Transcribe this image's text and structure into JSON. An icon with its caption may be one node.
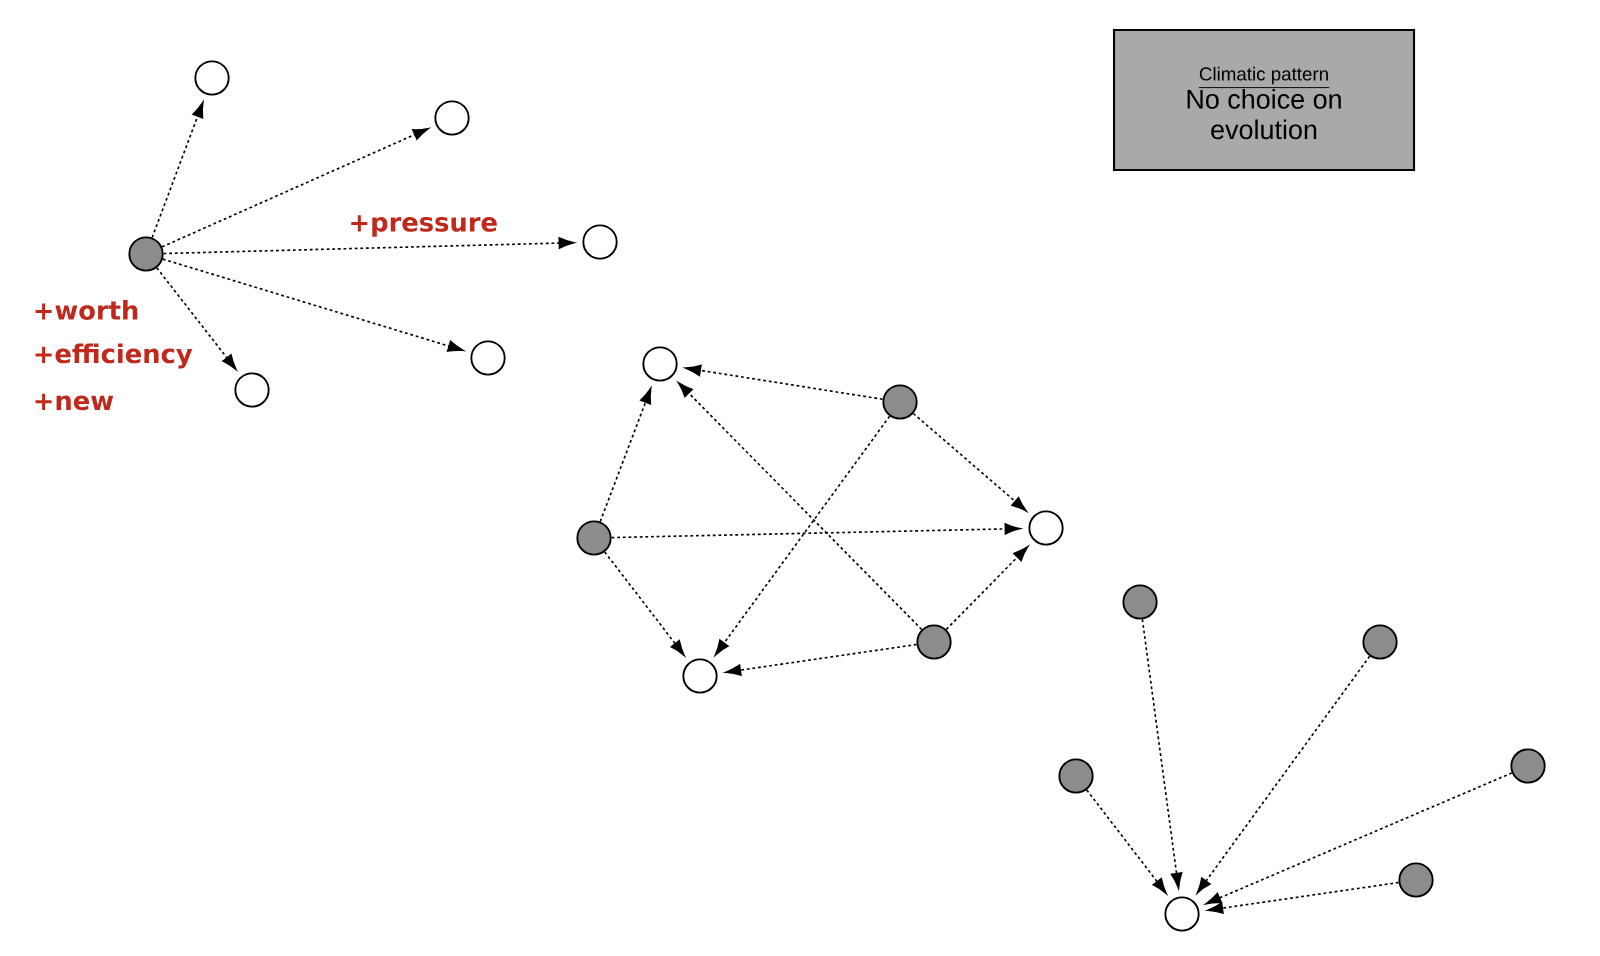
{
  "diagram": {
    "nodes": [
      {
        "text": [
          "Climatic pattern",
          "No choice on evolution"
        ]
      },
      {
        "text": [],
        "shape": "circle"
      },
      {
        "text": [],
        "shape": "circle"
      },
      {
        "text": [],
        "shape": "circle"
      },
      {
        "text": [],
        "shape": "circle"
      },
      {
        "text": [],
        "shape": "circle"
      },
      {
        "text": [],
        "shape": "circle"
      },
      {
        "text": [],
        "shape": "circle"
      },
      {
        "text": [],
        "shape": "circle"
      },
      {
        "text": [],
        "shape": "circle"
      },
      {
        "text": [],
        "shape": "circle"
      },
      {
        "text": [],
        "shape": "circle"
      },
      {
        "text": [],
        "shape": "circle"
      },
      {
        "text": [],
        "shape": "circle"
      },
      {
        "text": [],
        "shape": "circle"
      },
      {
        "text": [],
        "shape": "circle"
      },
      {
        "text": [],
        "shape": "circle"
      },
      {
        "text": [],
        "shape": "circle"
      },
      {
        "text": [],
        "shape": "circle"
      }
    ],
    "edges": [
      {
        "from": 1,
        "to": 2,
        "arrow": "to"
      },
      {
        "from": 1,
        "to": 3,
        "arrow": "to"
      },
      {
        "from": 1,
        "to": 4,
        "arrow": "to",
        "label": "+pressure"
      },
      {
        "from": 1,
        "to": 5,
        "arrow": "to"
      },
      {
        "from": 1,
        "to": 6,
        "arrow": "to"
      },
      {
        "from": 8,
        "to": 7,
        "arrow": "to"
      },
      {
        "from": 8,
        "to": 9,
        "arrow": "to"
      },
      {
        "from": 8,
        "to": 12,
        "arrow": "to"
      },
      {
        "from": 10,
        "to": 7,
        "arrow": "to"
      },
      {
        "from": 10,
        "to": 9,
        "arrow": "to"
      },
      {
        "from": 10,
        "to": 12,
        "arrow": "to"
      },
      {
        "from": 11,
        "to": 7,
        "arrow": "to"
      },
      {
        "from": 11,
        "to": 9,
        "arrow": "to"
      },
      {
        "from": 11,
        "to": 12,
        "arrow": "to"
      },
      {
        "from": 13,
        "to": 18,
        "arrow": "to"
      },
      {
        "from": 14,
        "to": 18,
        "arrow": "to"
      },
      {
        "from": 15,
        "to": 18,
        "arrow": "to"
      },
      {
        "from": 16,
        "to": 18,
        "arrow": "to"
      },
      {
        "from": 17,
        "to": 18,
        "arrow": "to"
      }
    ],
    "labels": [
      "+worth",
      "+efficiency",
      "+new"
    ]
  }
}
